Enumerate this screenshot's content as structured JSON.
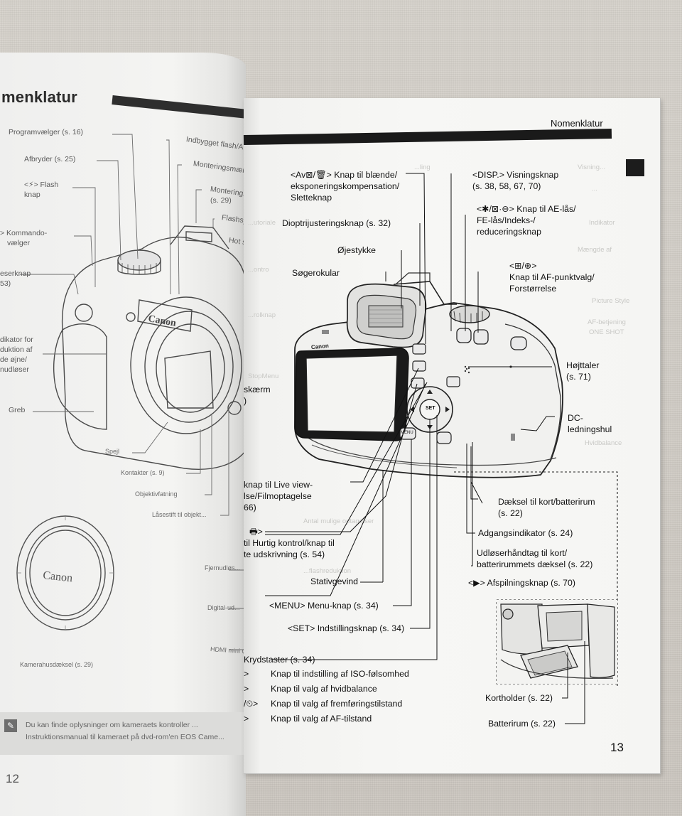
{
  "left_page": {
    "title": "menklatur",
    "labels": {
      "programvaelger": "Programvælger (s. 16)",
      "afbryder": "Afbryder (s. 25)",
      "flash_knap_1": "<⚡> Flash",
      "flash_knap_2": "knap",
      "kommando_1": "> Kommando-",
      "kommando_2": "vælger",
      "laeserknap_1": "eserknap",
      "laeserknap_2": "53)",
      "indikator_1": "dikator for",
      "indikator_2": "duktion af",
      "indikator_3": "de øjne/",
      "indikator_4": "nudløser",
      "greb": "Greb",
      "indbygget_flash": "Indbygget flash/AF-hj...",
      "monteringsmaerke_1": "Monteringsmærke fo...",
      "monteringsmaerke_2": "Monterings...",
      "monteringsmaerke_3": "(s. 29)",
      "flashsynk": "Flashsynk...",
      "hot_shoe": "Hot sh...",
      "spejl": "Spejl",
      "kontakter": "Kontakter (s. 9)",
      "objektivfatning": "Objektivfatning",
      "laasestift": "Låsestift til objekt...",
      "fjernudloeser": "Fjernudløs...",
      "digital": "Digital-ud...",
      "hdmi": "HDMI mini OUT-...",
      "kamerahusdaeksel": "Kamerahusdæksel (s. 29)"
    },
    "note_line_1": "Du kan finde oplysninger om kameraets kontroller ...",
    "note_line_2": "Instruktionsmanual til kameraet på dvd-rom'en EOS Came...",
    "page_number": "12"
  },
  "right_page": {
    "header": "Nomenklatur",
    "page_number": "13",
    "labels": {
      "av_knap_1": "<Av⊠/🗑> Knap til blænde/",
      "av_knap_2": "eksponeringskompensation/",
      "av_knap_3": "Sletteknap",
      "disp_1": "<DISP.> Visningsknap",
      "disp_2": "(s. 38, 58, 67, 70)",
      "ae_laas_1": "<✱/⊠·⊖> Knap til AE-lås/",
      "ae_laas_2": "FE-lås/Indeks-/",
      "ae_laas_3": "reduceringsknap",
      "diopti": "Dioptrijusteringsknap (s. 32)",
      "ojestykke": "Øjestykke",
      "sogerokular": "Søgerokular",
      "af_punkt_1": "<⊞/⊕> ",
      "af_punkt_2": "Knap til AF-punktvalg/",
      "af_punkt_3": "Forstørrelse",
      "hojttaler_1": "Højttaler",
      "hojttaler_2": "(s. 71)",
      "skaerm_1": "skærm",
      "skaerm_2": ")",
      "dc_1": "DC-",
      "dc_2": "ledningshul",
      "live_view_1": "knap til Live view-",
      "live_view_2": "lse/Filmoptagelse",
      "live_view_3": "66)",
      "print_knap": "🖶>",
      "hurtig_1": "til Hurtig kontrol/knap til",
      "hurtig_2": "te udskrivning (s. 54)",
      "daeksel_1": "Dæksel til kort/batterirum",
      "daeksel_2": "(s. 22)",
      "adgang": "Adgangsindikator (s. 24)",
      "udloser_1": "Udløserhåndtag til kort/",
      "udloser_2": "batterirummets dæksel (s. 22)",
      "stativgevind": "Stativgevind",
      "afspilning": "<▶> Afspilningsknap (s. 70)",
      "menu": "<MENU> Menu-knap (s. 34)",
      "set": "<SET> Indstillingsknap (s. 34)",
      "krydstaster": "Krydstaster (s. 34)",
      "kortholder": "Kortholder (s. 22)",
      "batterirum": "Batterirum (s. 22)",
      "iso_prefix": ">",
      "iso": "Knap til indstilling af ISO-følsomhed",
      "wb_prefix": ">",
      "wb": "Knap til valg af hvidbalance",
      "drive_prefix": "/⏲>",
      "drive": "Knap til valg af fremføringstilstand",
      "af_prefix": ">",
      "af": "Knap til valg af AF-tilstand",
      "camera_brand": "Canon",
      "menu_btn": "MENU",
      "set_btn": "SET"
    }
  }
}
